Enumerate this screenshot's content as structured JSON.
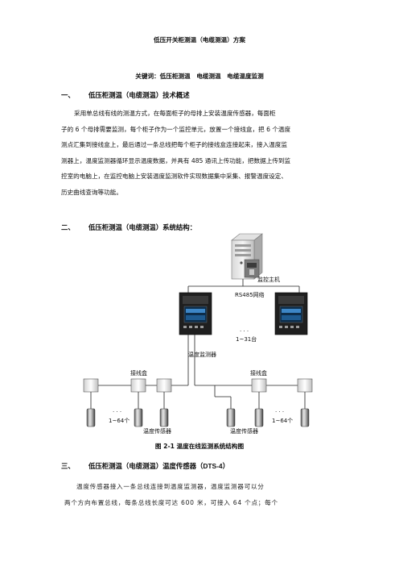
{
  "doc": {
    "title": "低压开关柜测温（电缆测温）方案",
    "keywords": "关键词：低压柜测温　电缆测温　电缆温度监测",
    "section1": {
      "number": "一、",
      "title": "低压柜测温（电缆测温）技术概述",
      "lines": [
        "采用单总线有线的测温方式，在每面柜子的母排上安装温度传感器，每面柜",
        "子的 6 个母排需要监测，每个柜子作为一个监控单元，放置一个接线盒，把 6 个温度",
        "测点汇集到接线盒上，最后通过一条总线把每个柜子的接线盒连接起来，接入温度监",
        "测器上，温度监测器循环显示温度数据，并具有 485 通讯上传功能，把数据上传到监",
        "控室的电脑上，在监控电脑上安装温度监测软件实现数据集中采集、报警温度设定、",
        "历史曲线查询等功能。"
      ]
    },
    "section2": {
      "number": "二、",
      "title": "低压柜测温（电缆测温）系统结构："
    },
    "section3": {
      "number": "三、",
      "title": "低压柜测温（电缆测温）温度传感器",
      "title_suffix": "（DTS-4）",
      "lines": [
        "温度传感器接入一条总线连接到温度监测器，温度监测器可以分",
        "两个方向布置总线，每条总线长度可达 600 米，可接入 64 个点；每个"
      ]
    },
    "diagram": {
      "host_label": "监控主机",
      "network_label": "RS485网络",
      "monitor_count": "1~31台",
      "monitor_label": "温度监测器",
      "junction_left": "接线盒",
      "junction_right": "接线盒",
      "sensor_count_left": "1~64个",
      "sensor_count_right": "1~64个",
      "sensor_label_left": "温度传感器",
      "sensor_label_right": "温度传感器",
      "ellipsis": "· · ·",
      "caption": "图 2-1 温度在线监测系统结构图"
    }
  }
}
